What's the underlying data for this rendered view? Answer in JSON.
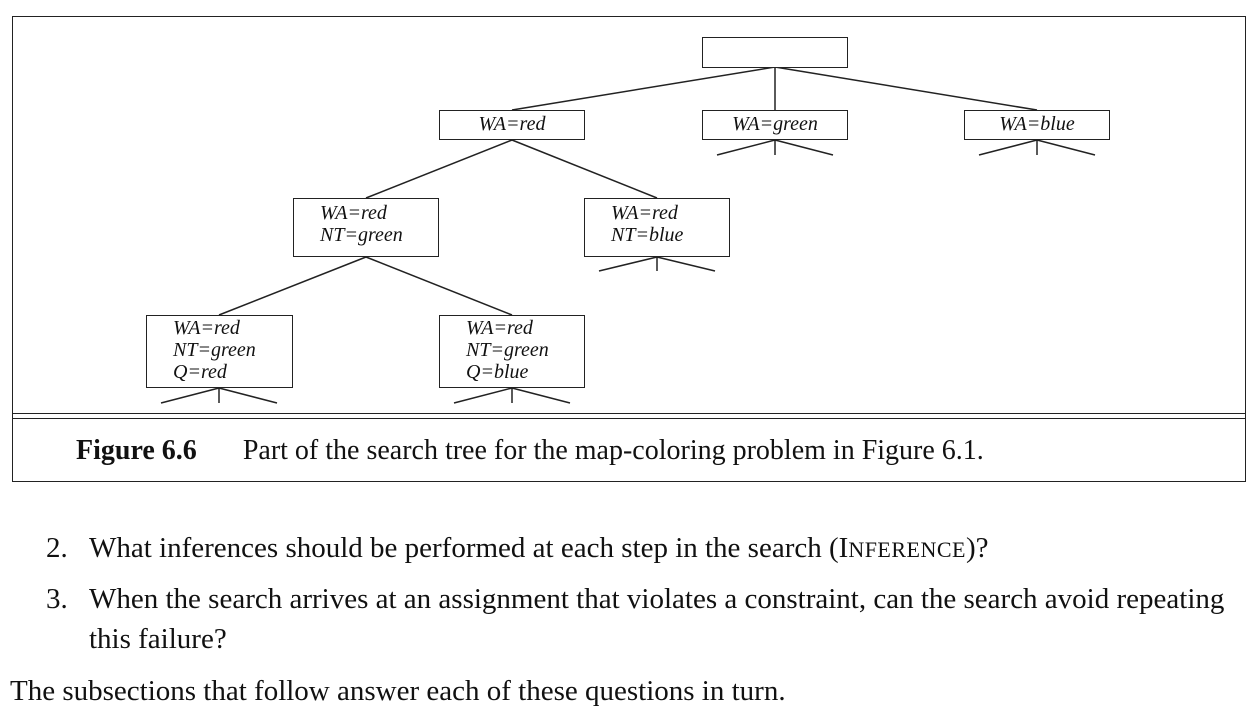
{
  "figure": {
    "root_label": "",
    "level1": [
      {
        "lines": [
          "WA=red"
        ]
      },
      {
        "lines": [
          "WA=green"
        ]
      },
      {
        "lines": [
          "WA=blue"
        ]
      }
    ],
    "level2": [
      {
        "lines": [
          "WA=red",
          "NT=green"
        ]
      },
      {
        "lines": [
          "WA=red",
          "NT=blue"
        ]
      }
    ],
    "level3": [
      {
        "lines": [
          "WA=red",
          "NT=green",
          "Q=red"
        ]
      },
      {
        "lines": [
          "WA=red",
          "NT=green",
          "Q=blue"
        ]
      }
    ],
    "caption": {
      "label": "Figure 6.6",
      "text": "Part of the search tree for the map-coloring problem in Figure 6.1."
    }
  },
  "questions": [
    {
      "number": "2.",
      "text_before": "What inferences should be performed at each step in the search (",
      "first_letter": "I",
      "small_caps": "NFERENCE",
      "text_after": ")?"
    },
    {
      "number": "3.",
      "text": "When the search arrives at an assignment that violates a constraint, can the search avoid repeating this failure?"
    }
  ],
  "closing": "The subsections that follow answer each of these questions in turn."
}
